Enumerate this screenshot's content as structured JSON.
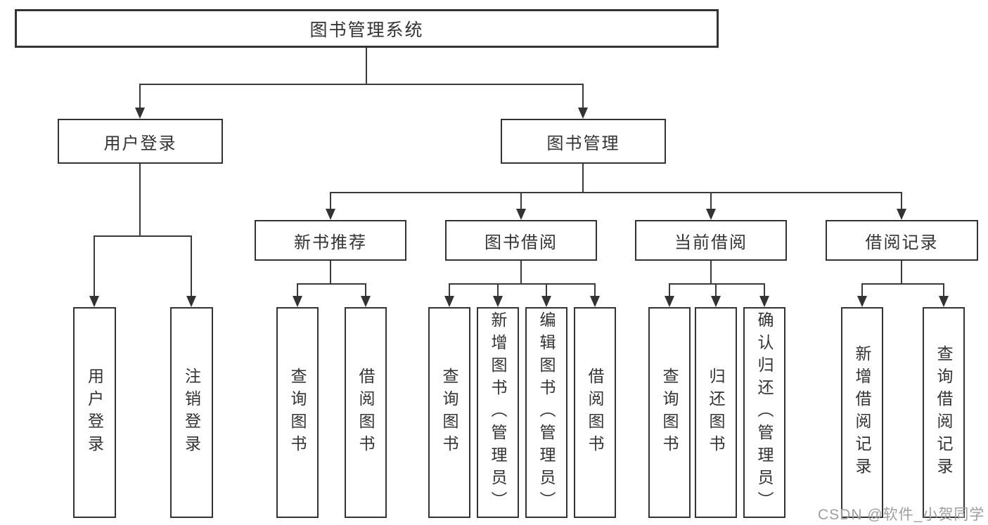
{
  "tree": {
    "label": "图书管理系统",
    "children": [
      {
        "label": "用户登录",
        "children": [
          {
            "label": "用户登录"
          },
          {
            "label": "注销登录"
          }
        ]
      },
      {
        "label": "图书管理",
        "children": [
          {
            "label": "新书推荐",
            "children": [
              {
                "label": "查询图书"
              },
              {
                "label": "借阅图书"
              }
            ]
          },
          {
            "label": "图书借阅",
            "children": [
              {
                "label": "查询图书"
              },
              {
                "label": "新增图书（管理员）"
              },
              {
                "label": "编辑图书（管理员）"
              },
              {
                "label": "借阅图书"
              }
            ]
          },
          {
            "label": "当前借阅",
            "children": [
              {
                "label": "查询图书"
              },
              {
                "label": "归还图书"
              },
              {
                "label": "确认归还（管理员）"
              }
            ]
          },
          {
            "label": "借阅记录",
            "children": [
              {
                "label": "新增借阅记录"
              },
              {
                "label": "查询借阅记录"
              }
            ]
          }
        ]
      }
    ]
  },
  "watermark": {
    "text": "CSDN @软件_小贺同学"
  },
  "colors": {
    "line": "#3a3a3a",
    "border": "#333333",
    "text": "#333333",
    "watermark": "#9e9e9e",
    "background": "#ffffff"
  }
}
